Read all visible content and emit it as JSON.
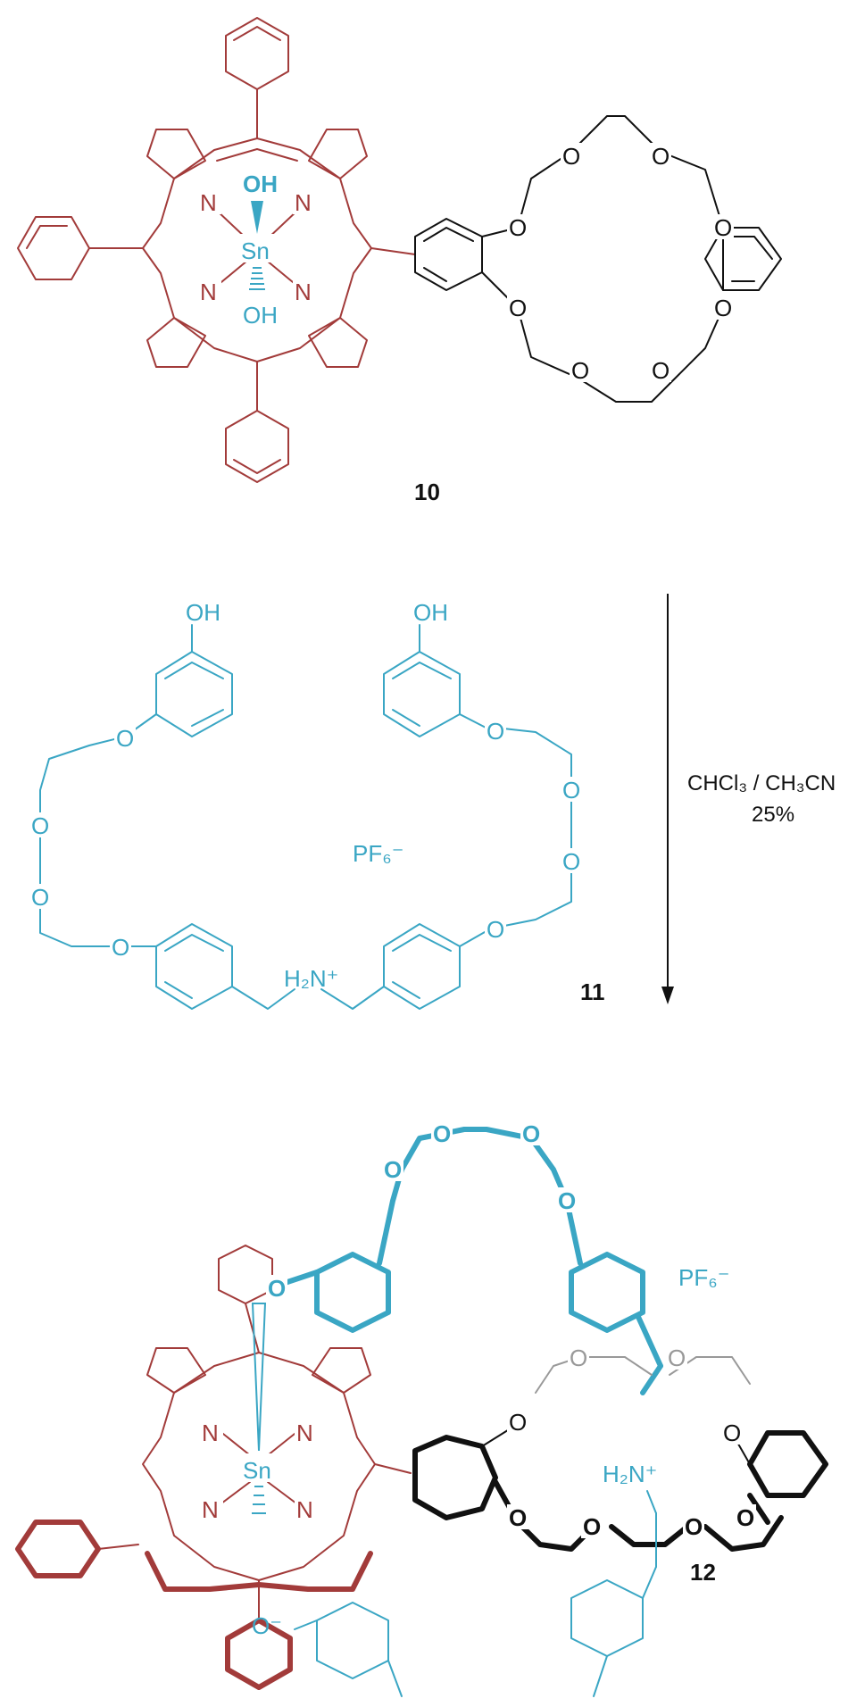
{
  "compounds": {
    "c10": {
      "number": "10"
    },
    "c11": {
      "number": "11"
    },
    "c12": {
      "number": "12"
    }
  },
  "reaction": {
    "conditions_solvent": "CHCl₃ / CH₃CN",
    "conditions_yield": "25%"
  },
  "atoms": {
    "N": "N",
    "Sn": "Sn",
    "O": "O",
    "OH": "OH",
    "H2N_plus": "H₂N⁺",
    "NH2_plus": "H₂N⁺",
    "PF6": "PF₆⁻",
    "O_minus": "O⁻"
  },
  "colors": {
    "porphyrin": "#a23b3a",
    "crown": "#111111",
    "axle": "#3aa6c4",
    "grey": "#999999"
  }
}
